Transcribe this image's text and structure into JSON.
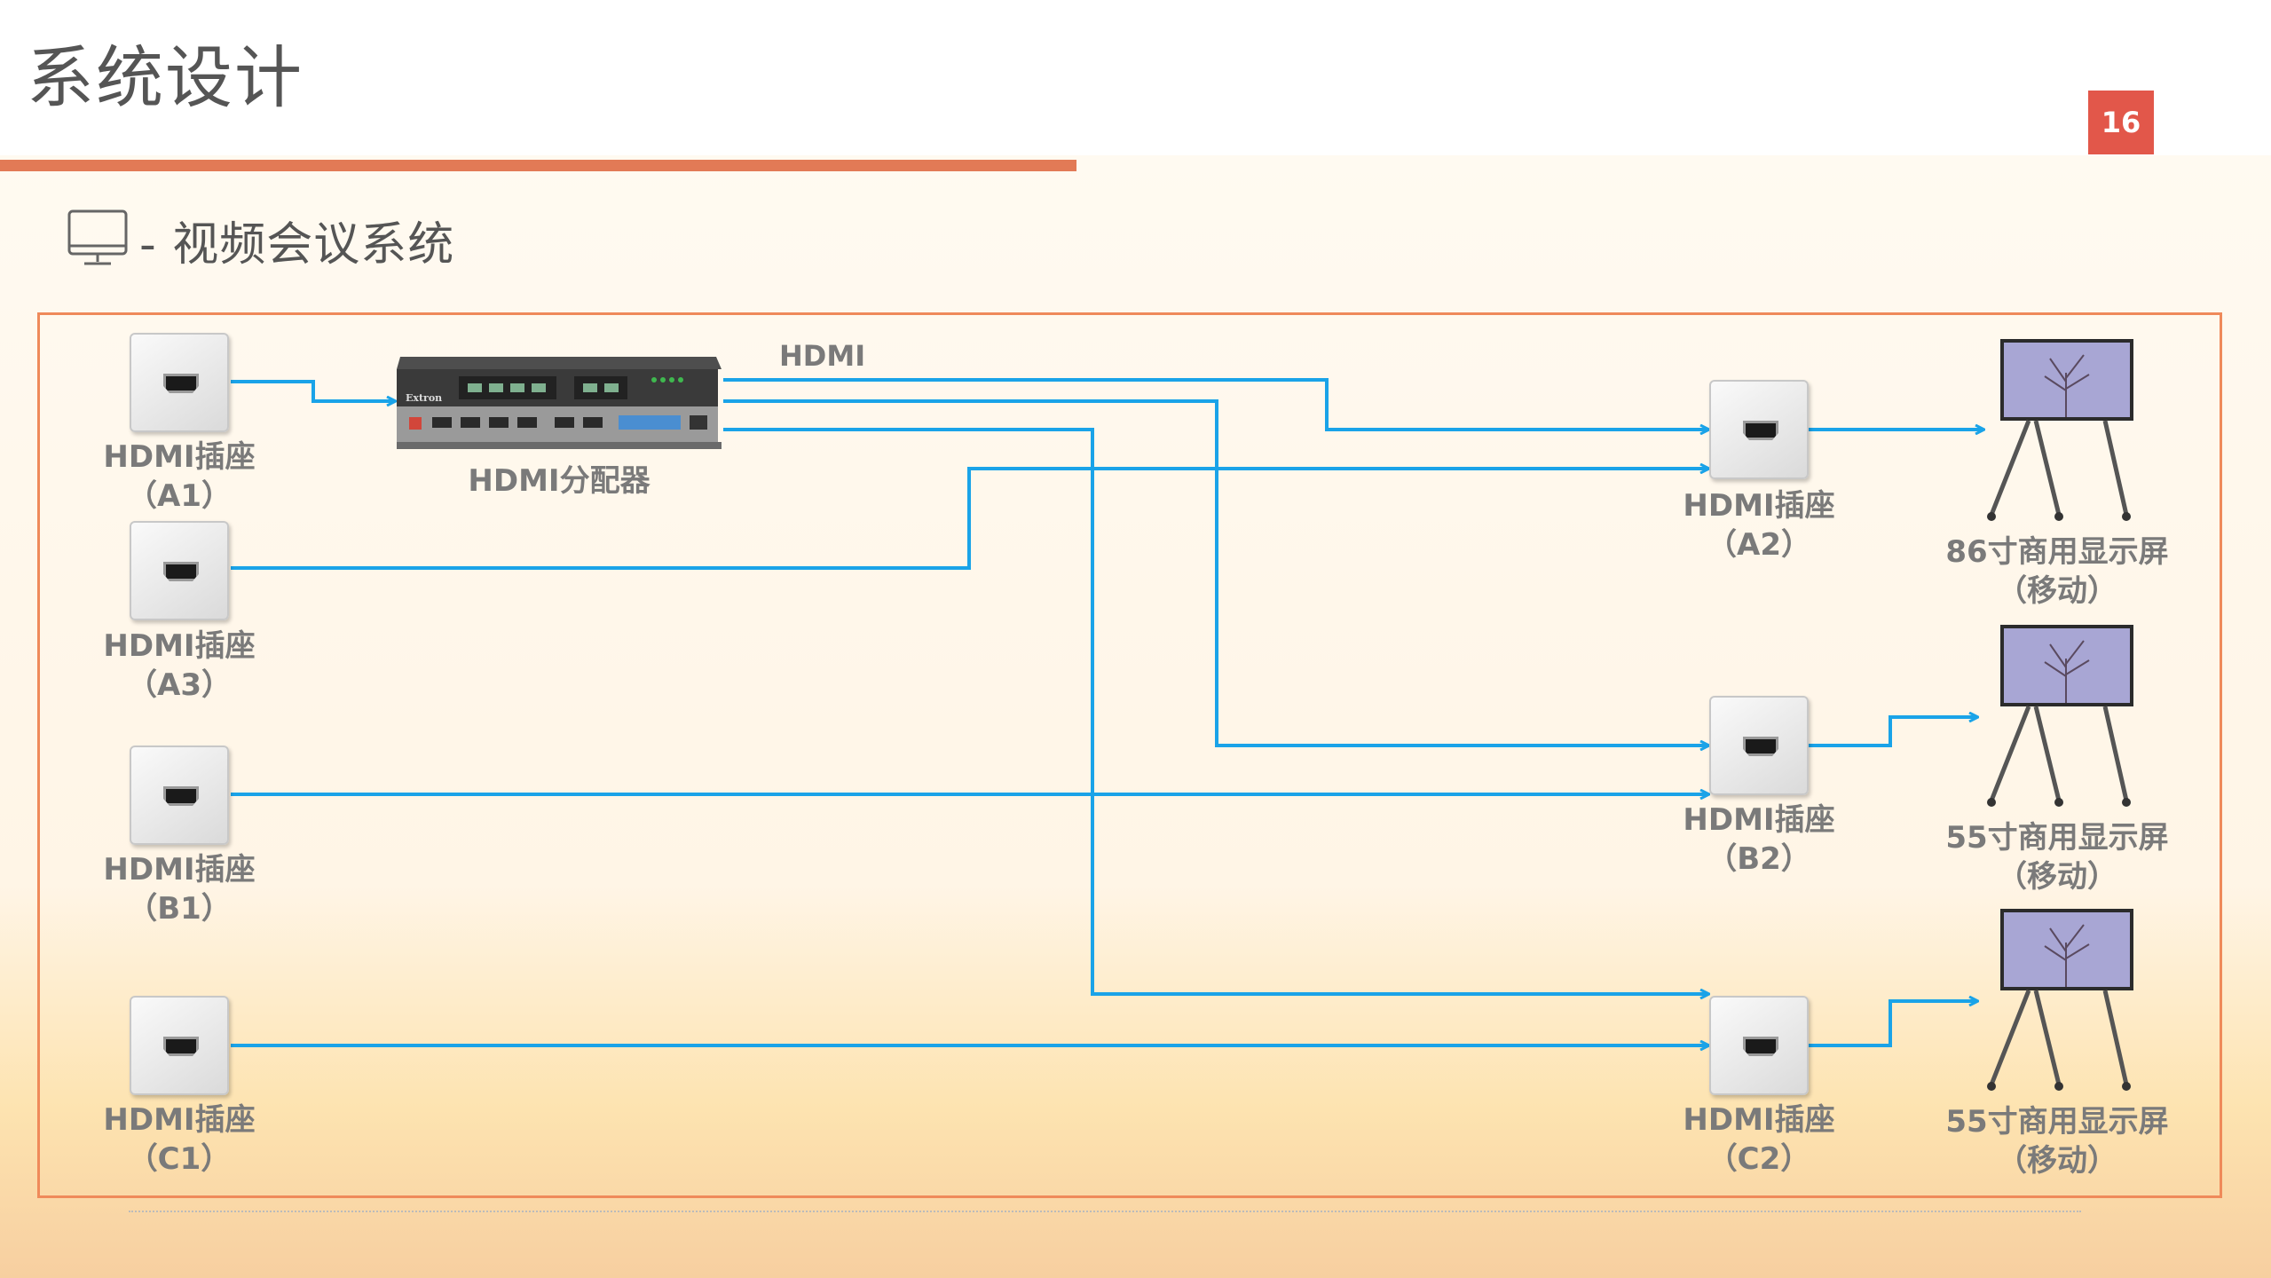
{
  "header": {
    "title": "系统设计",
    "page_number": "16",
    "accent_color": "#e27a56"
  },
  "section": {
    "icon": "monitor-icon",
    "title": "- 视频会议系统"
  },
  "diagram": {
    "cable_label": "HDMI",
    "wire_color": "#1aa3e8",
    "splitter": {
      "name": "HDMI分配器",
      "brand": "Extron"
    },
    "sockets": [
      {
        "id": "A1",
        "name": "HDMI插座",
        "code": "（A1）"
      },
      {
        "id": "A3",
        "name": "HDMI插座",
        "code": "（A3）"
      },
      {
        "id": "B1",
        "name": "HDMI插座",
        "code": "（B1）"
      },
      {
        "id": "C1",
        "name": "HDMI插座",
        "code": "（C1）"
      },
      {
        "id": "A2",
        "name": "HDMI插座",
        "code": "（A2）"
      },
      {
        "id": "B2",
        "name": "HDMI插座",
        "code": "（B2）"
      },
      {
        "id": "C2",
        "name": "HDMI插座",
        "code": "（C2）"
      }
    ],
    "displays": [
      {
        "name": "86寸商用显示屏",
        "note": "（移动）"
      },
      {
        "name": "55寸商用显示屏",
        "note": "（移动）"
      },
      {
        "name": "55寸商用显示屏",
        "note": "（移动）"
      }
    ]
  }
}
